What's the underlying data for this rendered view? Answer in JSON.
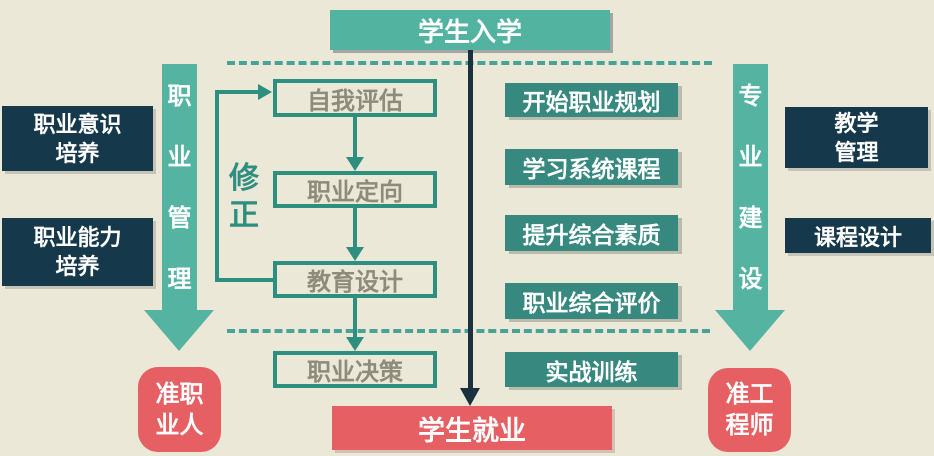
{
  "palette": {
    "background": "#ece8d8",
    "teal_light": "#52b3a0",
    "teal_dark": "#37897f",
    "navy": "#16384b",
    "red": "#e55f63",
    "outline_teal": "#2e8e80",
    "muted_text": "#8e8b7a"
  },
  "header": {
    "enrollment": "学生入学"
  },
  "footer": {
    "employment": "学生就业"
  },
  "left_panel": {
    "awareness": "职业意识\n培养",
    "ability": "职业能力\n培养",
    "band": "职\n业\n管\n理",
    "result": "准职\n业人"
  },
  "process": {
    "revision": "修\n正",
    "steps": [
      "自我评估",
      "职业定向",
      "教育设计",
      "职业决策"
    ]
  },
  "program": {
    "steps": [
      "开始职业规划",
      "学习系统课程",
      "提升综合素质",
      "职业综合评价",
      "实战训练"
    ]
  },
  "right_panel": {
    "teaching": "教学\n管理",
    "curriculum": "课程设计",
    "band": "专\n业\n建\n设",
    "result": "准工\n程师"
  }
}
